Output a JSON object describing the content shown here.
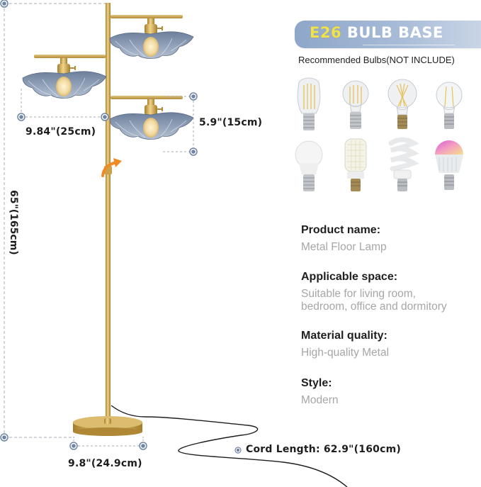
{
  "banner": {
    "accent": "E26",
    "title": "BULB BASE",
    "colors": {
      "accent": "#f1e24a",
      "background": "#8ea6c9",
      "text": "#ffffff"
    }
  },
  "bulbs_section": {
    "subheading": "Recommended Bulbs(NOT INCLUDE)",
    "bulbs": [
      {
        "type": "ST64 edison filament",
        "icon": "filament-bulb-icon"
      },
      {
        "type": "A19 filament",
        "icon": "filament-bulb-icon"
      },
      {
        "type": "A19 crossed filament",
        "icon": "filament-bulb-icon"
      },
      {
        "type": "A19 clear filament",
        "icon": "filament-bulb-icon"
      },
      {
        "type": "LED frosted",
        "icon": "led-bulb-icon"
      },
      {
        "type": "LED corn",
        "icon": "corn-bulb-icon"
      },
      {
        "type": "CFL spiral",
        "icon": "spiral-bulb-icon"
      },
      {
        "type": "RGB smart",
        "icon": "smart-bulb-icon"
      }
    ]
  },
  "specs": [
    {
      "title": "Product name:",
      "value": "Metal Floor Lamp"
    },
    {
      "title": "Applicable space:",
      "value_lines": [
        "Suitable for living room,",
        "bedroom, office and dormitory"
      ]
    },
    {
      "title": "Material quality:",
      "value": "High-quality Metal"
    },
    {
      "title": "Style:",
      "value": "Modern"
    }
  ],
  "dimensions": {
    "shade_width": "9.84\"(25cm)",
    "shade_height": "5.9\"(15cm)",
    "total_height": "65\"(165cm)",
    "base_width": "9.8\"(24.9cm)",
    "cord_length": "Cord Length: 62.9\"(160cm)"
  },
  "colors": {
    "gold": "#c9a24a",
    "shade_blue": "#8b9cb6",
    "dim_line": "#9aa3ad",
    "dim_marker": "#6e85a5",
    "switch_arrow": "#f08a24"
  }
}
